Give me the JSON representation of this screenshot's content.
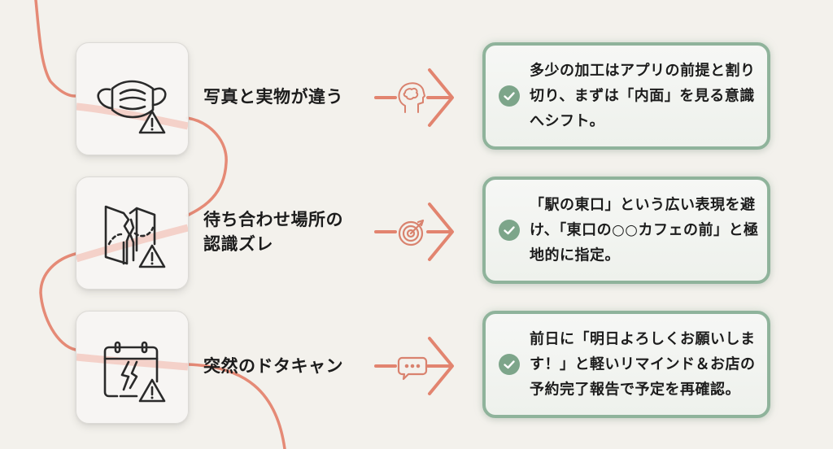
{
  "colors": {
    "background": "#f3f1ec",
    "curve": "#e58a76",
    "arrow": "#e2846f",
    "card_border": "#8fb39b",
    "check_badge": "#7da58a",
    "icon_stroke": "#2a2a2a",
    "text": "#1c1c1c"
  },
  "rows": [
    {
      "problem": {
        "icon": "face-mask-warning-icon",
        "label": "写真と実物が違う"
      },
      "arrow": {
        "icon": "brain-head-icon"
      },
      "solution": {
        "icon": "check-circle-icon",
        "text": "多少の加工はアプリの前提と割り切り、まずは「内面」を見る意識へシフト。"
      }
    },
    {
      "problem": {
        "icon": "broken-map-warning-icon",
        "label": "待ち合わせ場所の\n認識ズレ"
      },
      "arrow": {
        "icon": "target-icon"
      },
      "solution": {
        "icon": "check-circle-icon",
        "text": "「駅の東口」という広い表現を避け、「東口の○○カフェの前」と極地的に指定。"
      }
    },
    {
      "problem": {
        "icon": "broken-calendar-warning-icon",
        "label": "突然のドタキャン"
      },
      "arrow": {
        "icon": "chat-bubble-icon"
      },
      "solution": {
        "icon": "check-circle-icon",
        "text": "前日に「明日よろしくお願いします！」と軽いリマインド＆お店の予約完了報告で予定を再確認。"
      }
    }
  ]
}
